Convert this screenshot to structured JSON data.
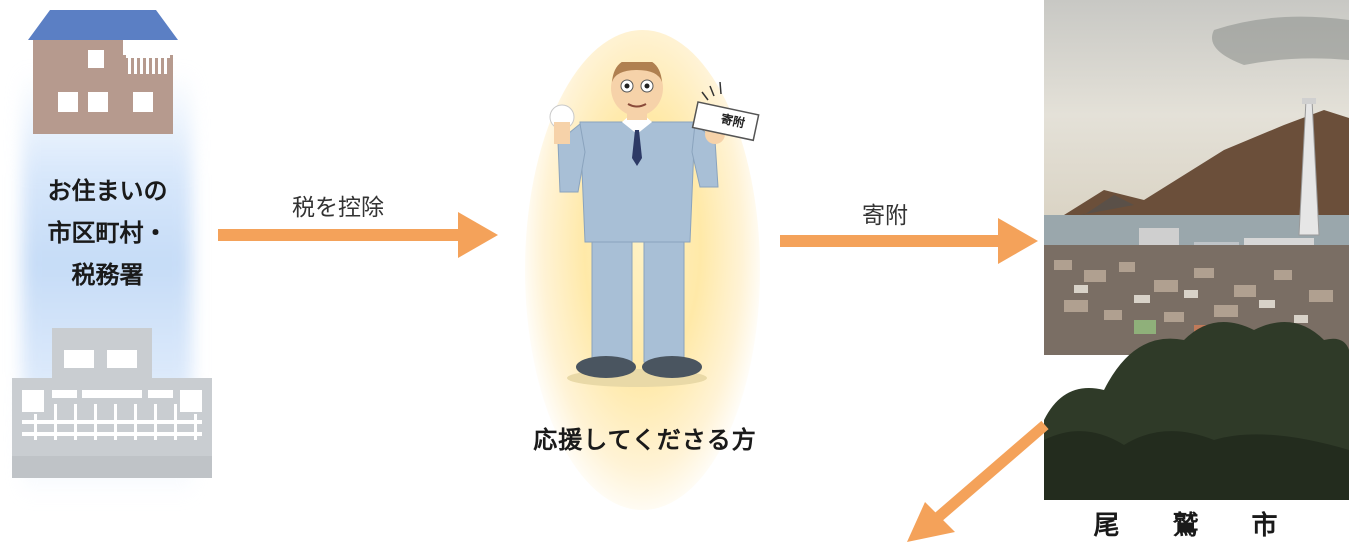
{
  "left": {
    "label": "お住まいの\n市区町村・\n税務署"
  },
  "arrows": {
    "tax_deduction": "税を控除",
    "donation": "寄附"
  },
  "center": {
    "label": "応援してくださる方",
    "ticket_text": "寄附"
  },
  "right": {
    "city_name": "尾 鷲 市"
  },
  "colors": {
    "arrow": "#f4a25a",
    "house_roof": "#5b7fc4",
    "house_wall": "#b69a8e",
    "office": "#c9cdd1",
    "suit": "#a8bfd6"
  }
}
